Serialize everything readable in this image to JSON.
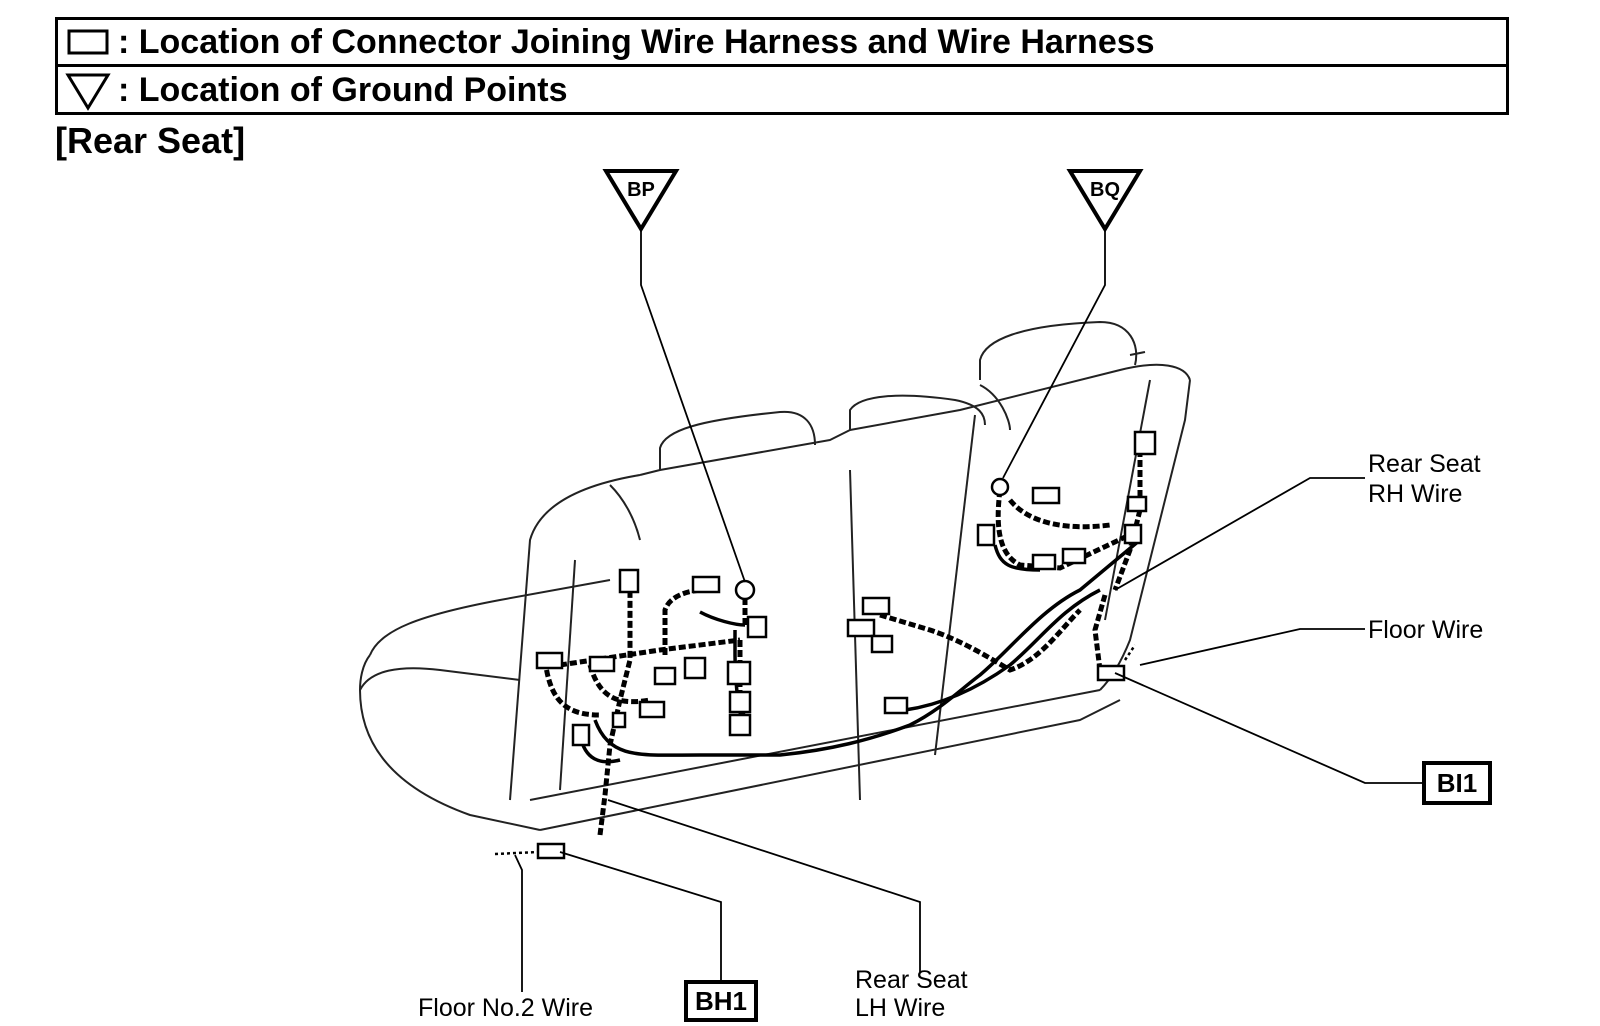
{
  "legend": {
    "connector_text": ": Location of Connector Joining Wire Harness and Wire Harness",
    "ground_text": ": Location of Ground Points",
    "connector_symbol": "connector-box-icon",
    "ground_symbol": "ground-triangle-icon"
  },
  "section_title": "[Rear Seat]",
  "ground_points": [
    {
      "code": "BP"
    },
    {
      "code": "BQ"
    }
  ],
  "connectors": [
    {
      "code": "BI1"
    },
    {
      "code": "BH1"
    }
  ],
  "wire_labels": {
    "rh_line1": "Rear Seat",
    "rh_line2": "RH Wire",
    "floor": "Floor Wire",
    "floor2": "Floor No.2 Wire",
    "lh_line1": "Rear Seat",
    "lh_line2": "LH Wire"
  }
}
